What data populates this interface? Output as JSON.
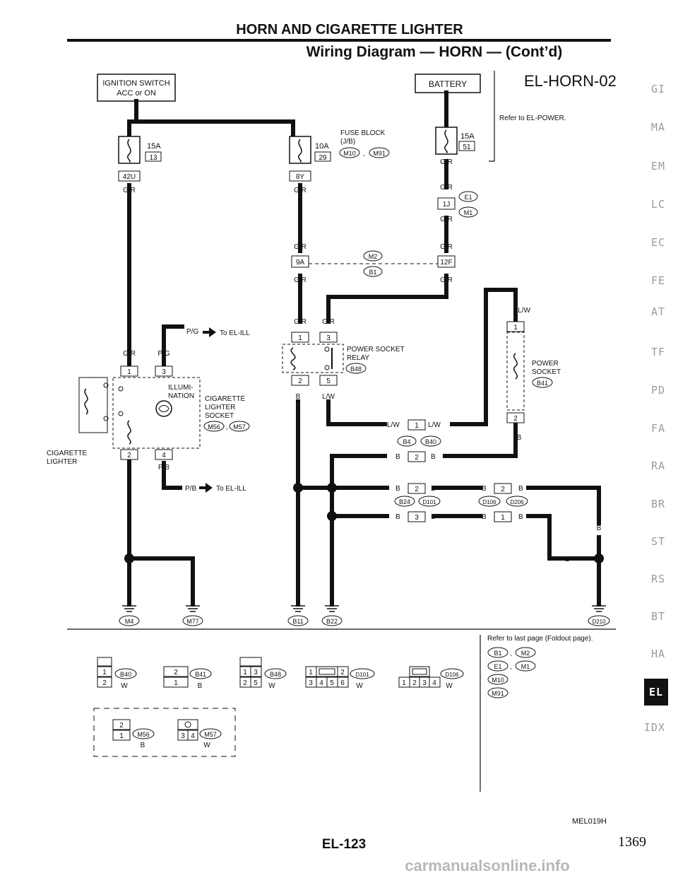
{
  "header": {
    "title": "HORN AND CIGARETTE LIGHTER",
    "subtitle": "Wiring Diagram — HORN — (Cont’d)",
    "diagram_code": "EL-HORN-02"
  },
  "boxes": {
    "ignition_line1": "IGNITION SWITCH",
    "ignition_line2": "ACC or ON",
    "battery": "BATTERY",
    "refer_power": "Refer to EL-POWER."
  },
  "fuses": {
    "f1_amp": "15A",
    "f1_num": "13",
    "f1_conn": "42U",
    "f2_amp": "10A",
    "f2_num": "29",
    "f2_conn": "8Y",
    "f3_amp": "15A",
    "f3_num": "51",
    "fuse_block_line1": "FUSE BLOCK",
    "fuse_block_line2": "(J/B)",
    "fuse_block_conn1": "M10",
    "fuse_block_conn2": "M91"
  },
  "wires": {
    "gr": "G/R",
    "pg": "P/G",
    "pb": "P/B",
    "b": "B",
    "lw": "L/W",
    "to_el_ill": "To EL-ILL"
  },
  "connectors": {
    "e1": "E1",
    "m1": "M1",
    "c1j": "1J",
    "m2": "M2",
    "b1": "B1",
    "c9a": "9A",
    "c12f": "12F",
    "b4": "B4",
    "b40": "B40",
    "b24": "B24",
    "d101": "D101",
    "d106": "D106",
    "d206": "D206",
    "b48": "B48",
    "b41": "B41",
    "m56": "M56",
    "m57": "M57"
  },
  "components": {
    "cig_lighter_line1": "CIGARETTE",
    "cig_lighter_line2": "LIGHTER",
    "illum_line1": "ILLUMI-",
    "illum_line2": "NATION",
    "socket_line1": "CIGARETTE",
    "socket_line2": "LIGHTER",
    "socket_line3": "SOCKET",
    "relay_line1": "POWER SOCKET",
    "relay_line2": "RELAY",
    "power_socket_line1": "POWER",
    "power_socket_line2": "SOCKET"
  },
  "grounds": [
    "M4",
    "M77",
    "B11",
    "B22",
    "D210"
  ],
  "pins": [
    "1",
    "2",
    "3",
    "4",
    "5",
    "6"
  ],
  "connector_views": [
    {
      "name": "B40",
      "color": "W"
    },
    {
      "name": "B41",
      "color": "B"
    },
    {
      "name": "B48",
      "color": "W"
    },
    {
      "name": "D101",
      "color": "W"
    },
    {
      "name": "D106",
      "color": "W"
    },
    {
      "name": "M56",
      "color": "B"
    },
    {
      "name": "M57",
      "color": "W"
    }
  ],
  "refer_note": {
    "line1": "Refer to last page (Foldout page).",
    "r1a": "B1",
    "r1b": "M2",
    "r2a": "E1",
    "r2b": "M1",
    "r3": "M10",
    "r4": "M91"
  },
  "footer": {
    "code": "MEL019H",
    "page": "EL-123",
    "number": "1369",
    "watermark": "carmanualsonline.info"
  },
  "side_tabs": [
    "GI",
    "MA",
    "EM",
    "LC",
    "EC",
    "FE",
    "AT",
    "TF",
    "PD",
    "FA",
    "RA",
    "BR",
    "ST",
    "RS",
    "BT",
    "HA",
    "EL",
    "IDX"
  ],
  "active_tab": "EL"
}
